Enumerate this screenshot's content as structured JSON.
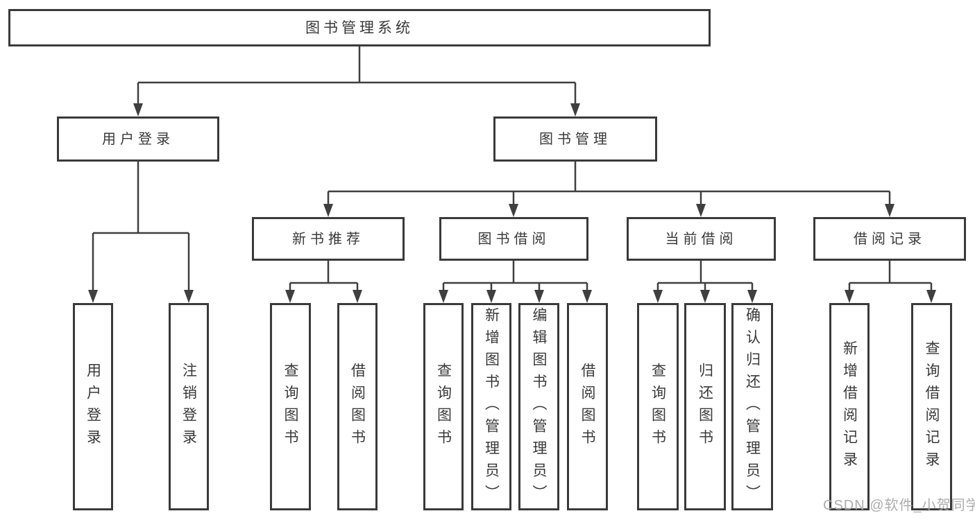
{
  "diagram": {
    "title": "图书管理系统",
    "colors": {
      "box_border": "#3a3a3a",
      "connector_line": "#3f3f3f",
      "text": "#393939",
      "box_fill": "#ffffff",
      "watermark_text_color": "#a9a9a9",
      "background": "#ffffff"
    },
    "tree": {
      "root": {
        "label": "图书管理系统"
      },
      "children": [
        {
          "label": "用户登录",
          "children": [
            {
              "label": "用户登录"
            },
            {
              "label": "注销登录"
            }
          ]
        },
        {
          "label": "图书管理",
          "children": [
            {
              "label": "新书推荐",
              "children": [
                {
                  "label": "查询图书"
                },
                {
                  "label": "借阅图书"
                }
              ]
            },
            {
              "label": "图书借阅",
              "children": [
                {
                  "label": "查询图书"
                },
                {
                  "label": "新增图书（管理员）"
                },
                {
                  "label": "编辑图书（管理员）"
                },
                {
                  "label": "借阅图书"
                }
              ]
            },
            {
              "label": "当前借阅",
              "children": [
                {
                  "label": "查询图书"
                },
                {
                  "label": "归还图书"
                },
                {
                  "label": "确认归还（管理员）"
                }
              ]
            },
            {
              "label": "借阅记录",
              "children": [
                {
                  "label": "新增借阅记录"
                },
                {
                  "label": "查询借阅记录"
                }
              ]
            }
          ]
        }
      ]
    },
    "watermark": {
      "text": "CSDN @软件_小贺同学"
    }
  }
}
